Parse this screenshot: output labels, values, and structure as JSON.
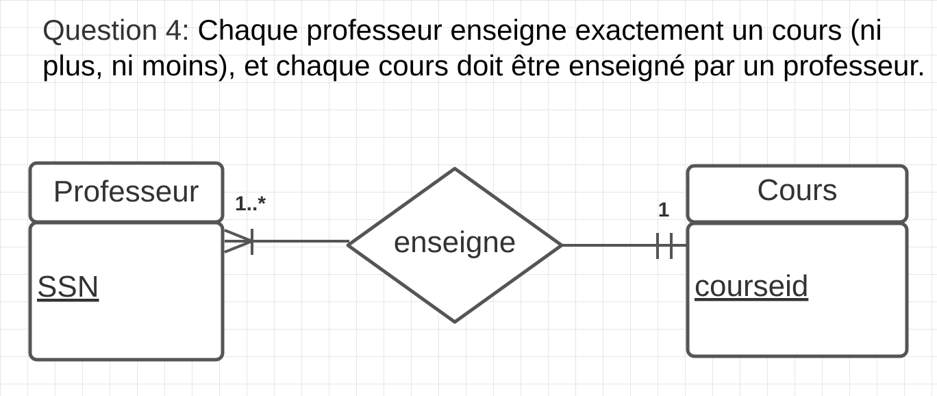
{
  "question": {
    "label": "Question 4:",
    "text": "Chaque professeur enseigne exactement un cours (ni plus, ni moins), et chaque cours doit être enseigné par un professeur."
  },
  "entities": {
    "professeur": {
      "name": "Professeur",
      "key_attribute": "SSN"
    },
    "cours": {
      "name": "Cours",
      "key_attribute": "courseid"
    }
  },
  "relationship": {
    "name": "enseigne"
  },
  "cardinalities": {
    "professeur_side": "1..*",
    "cours_side": "1"
  },
  "notation": {
    "professeur_side": "crow-foot-one-or-many",
    "cours_side": "one-and-only-one"
  },
  "colors": {
    "stroke": "#555555",
    "text": "#333333",
    "grid": "#e6e6e6"
  }
}
